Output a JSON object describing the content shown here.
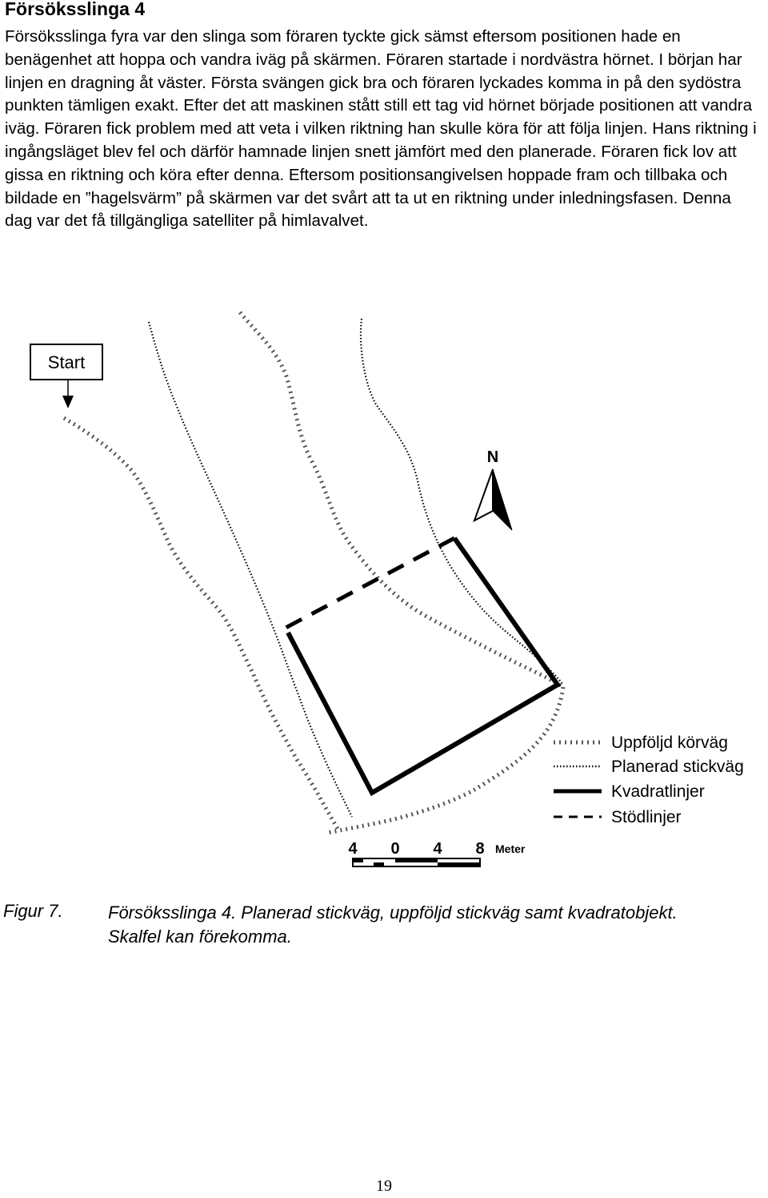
{
  "heading": "Försöksslinga 4",
  "paragraph": "Försöksslinga fyra var den slinga som föraren tyckte gick sämst eftersom positionen hade en benägenhet att hoppa och vandra iväg på skärmen. Föraren startade i nordvästra hörnet. I början har linjen en dragning åt väster. Första svängen gick bra och föraren lyckades komma in på den sydöstra punkten tämligen exakt. Efter det att maskinen stått still ett tag vid hörnet började positionen att vandra iväg. Föraren fick problem med att veta i vilken riktning han skulle köra för att följa linjen. Hans riktning i ingångsläget blev fel och därför hamnade linjen snett jämfört med den planerade. Föraren fick lov att gissa en riktning och köra efter denna. Eftersom positionsangivelsen hoppade fram och tillbaka och bildade en ”hagelsvärm” på skärmen var det svårt att ta ut en riktning under inledningsfasen. Denna dag var det få tillgängliga satelliter på himlavalvet.",
  "figure": {
    "start_label": "Start",
    "north_label": "N",
    "legend": {
      "followed_track": "Uppföljd körväg",
      "planned_track": "Planerad stickväg",
      "square_lines": "Kvadratlinjer",
      "support_lines": "Stödlinjer"
    },
    "scale": {
      "ticks": [
        "4",
        "0",
        "4",
        "8"
      ],
      "unit": "Meter"
    }
  },
  "caption": {
    "label": "Figur 7.",
    "text": "Försöksslinga 4. Planerad stickväg, uppföljd stickväg samt kvadratobjekt. Skalfel kan förekomma."
  },
  "page_number": "19"
}
